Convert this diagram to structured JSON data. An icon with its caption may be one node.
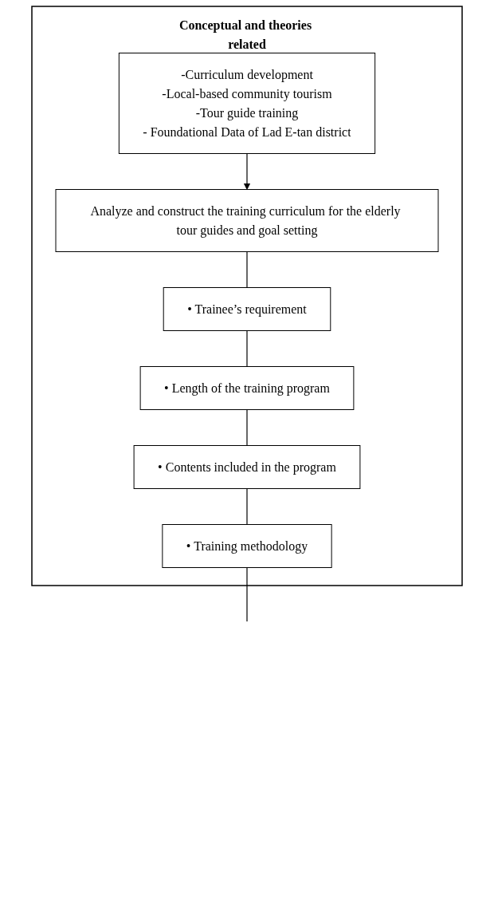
{
  "diagram": {
    "nodes": [
      {
        "text": [
          "Conceptual and theories related"
        ]
      },
      {
        "text": [
          "-Curriculum development",
          "-Local-based community tourism",
          "-Tour guide training",
          "- Foundational Data of Lad E-tan district"
        ],
        "in": 0
      },
      {
        "text": [
          "Analyze and construct the training curriculum for the elderly tour guides and goal setting"
        ],
        "in": 0
      },
      {
        "text": [
          "• Trainee’s requirement"
        ],
        "in": 0
      },
      {
        "text": [
          "• Length of the training program"
        ],
        "in": 0
      },
      {
        "text": [
          "• Contents included in the program"
        ],
        "in": 0
      },
      {
        "text": [
          "• Training methodology"
        ],
        "in": 0
      }
    ],
    "edges": [
      {
        "from": 1,
        "to": 2,
        "arrow": "to"
      },
      {
        "from": 2,
        "to": 3,
        "arrow": "none"
      },
      {
        "from": 3,
        "to": 4,
        "arrow": "none"
      },
      {
        "from": 4,
        "to": 5,
        "arrow": "none"
      },
      {
        "from": 5,
        "to": 6,
        "arrow": "none"
      },
      {
        "from": 6,
        "to": null,
        "arrow": "none"
      }
    ]
  }
}
